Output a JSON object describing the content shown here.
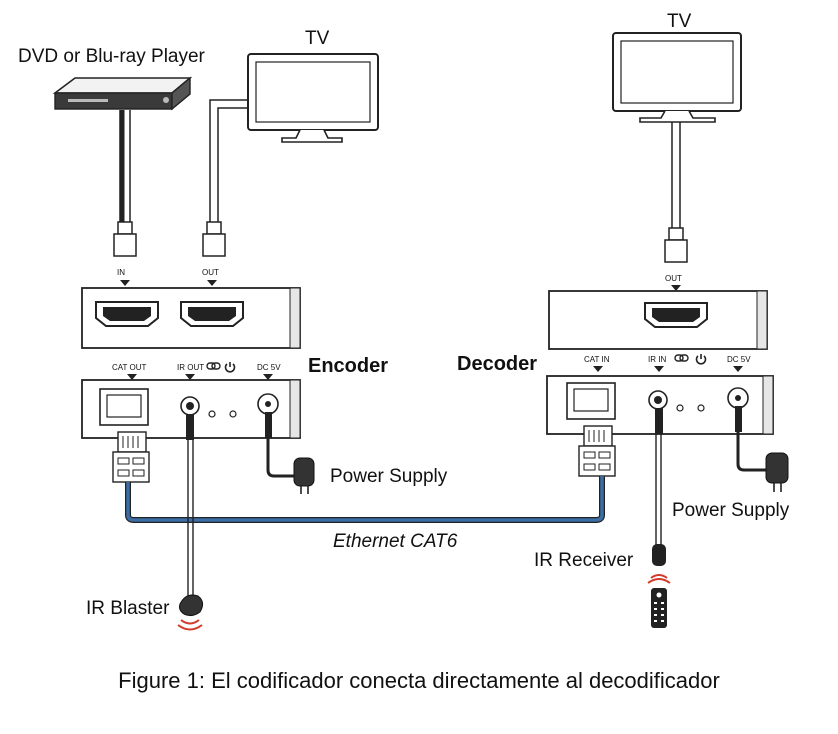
{
  "labels": {
    "source_device": "DVD or Blu-ray Player",
    "tv_left": "TV",
    "tv_right": "TV",
    "encoder": "Encoder",
    "decoder": "Decoder",
    "cable": "Ethernet CAT6",
    "power_supply_left": "Power Supply",
    "power_supply_right": "Power Supply",
    "ir_blaster": "IR Blaster",
    "ir_receiver": "IR Receiver"
  },
  "ports": {
    "encoder_in": "IN",
    "encoder_out": "OUT",
    "decoder_out": "OUT",
    "encoder_cat": "CAT OUT",
    "encoder_ir": "IR OUT",
    "encoder_dc": "DC 5V",
    "decoder_cat": "CAT IN",
    "decoder_ir": "IR IN",
    "decoder_dc": "DC 5V"
  },
  "caption": "Figure 1: El codificador conecta directamente al decodificador",
  "colors": {
    "ethernet_cable": "#3a6ea5",
    "ir_signal": "#d23a2a",
    "line": "#222222"
  }
}
